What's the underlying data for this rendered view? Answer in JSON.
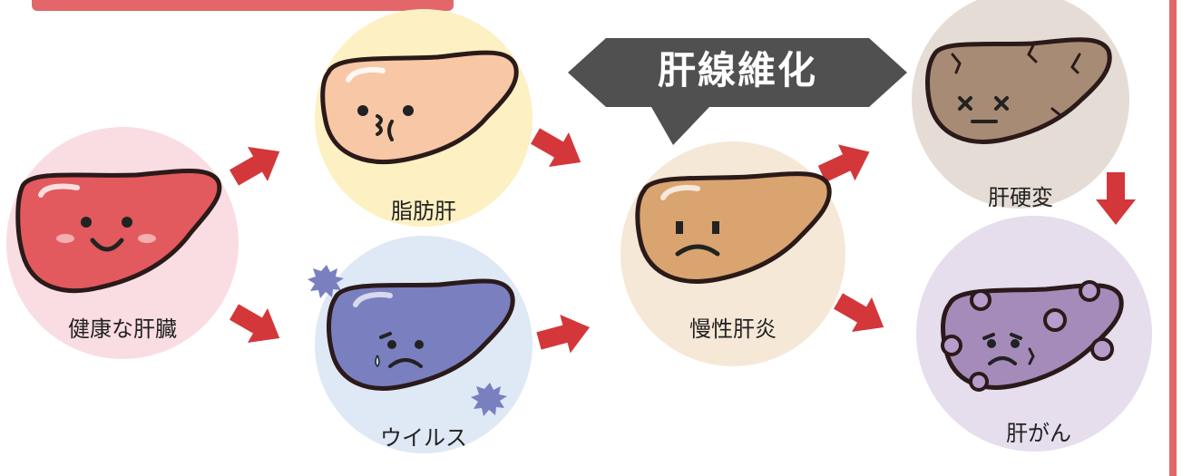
{
  "nodes": {
    "healthy": {
      "label": "健康な肝臓"
    },
    "fatty": {
      "label": "脂肪肝"
    },
    "virus": {
      "label": "ウイルス"
    },
    "chronic": {
      "label": "慢性肝炎"
    },
    "cirrhosis": {
      "label": "肝硬変"
    },
    "cancer": {
      "label": "肝がん"
    }
  },
  "callout": {
    "label": "肝線維化"
  },
  "colors": {
    "accent": "#e3676a",
    "arrow": "#d3373a",
    "callout": "#505050",
    "healthy_bg": "#f9dde2",
    "fatty_bg": "#fdf0c2",
    "virus_bg": "#dfe8f5",
    "chronic_bg": "#f6e8d6",
    "cirrhosis_bg": "#e5ddd5",
    "cancer_bg": "#e6dded",
    "healthy_liver": "#e25a5e",
    "fatty_liver": "#f7c7a6",
    "virus_liver": "#7a7fbf",
    "chronic_liver": "#d9a470",
    "cirrhosis_liver": "#a88b74",
    "cancer_liver": "#a58bb9"
  }
}
